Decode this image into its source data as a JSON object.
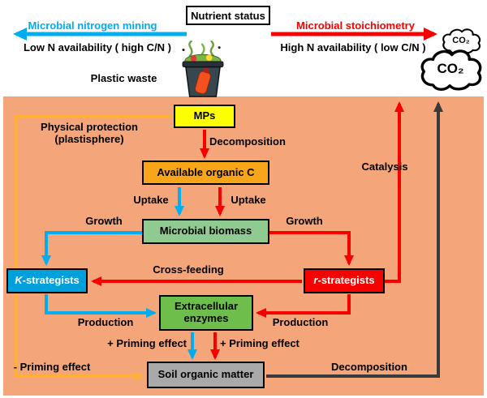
{
  "colors": {
    "cyan": "#00AEEF",
    "red": "#F80000",
    "orange": "#FFB03B",
    "arrow-dark": "#3a3a3a",
    "panel": "#F4A67A",
    "yellow": "#FFFF00",
    "orange-box": "#F9A51A",
    "green-biomass": "#8FCB90",
    "green-enzyme": "#6DBE4B",
    "blue-box": "#00A0DC",
    "red-box": "#F80000",
    "gray-box": "#A9A9A9"
  },
  "header": {
    "title": "Nutrient status",
    "left": {
      "heading": "Microbial nitrogen mining",
      "subtitle": "Low N availability ( high C/N )"
    },
    "right": {
      "heading": "Microbial stoichiometry",
      "subtitle": "High N availability ( low C/N )"
    }
  },
  "co2": {
    "small": "CO₂",
    "large": "CO₂"
  },
  "plastic_waste_label": "Plastic waste",
  "nodes": {
    "mps": "MPs",
    "organic_c": "Available organic C",
    "biomass": "Microbial biomass",
    "k_strategists": {
      "italic": "K",
      "rest": "-strategists"
    },
    "r_strategists": {
      "italic": "r",
      "rest": "-strategists"
    },
    "enzymes": "Extracellular enzymes",
    "som": "Soil organic matter"
  },
  "labels": {
    "decomposition_top": "Decomposition",
    "physical_protection_line1": "Physical protection",
    "physical_protection_line2": "(plastisphere)",
    "uptake_left": "Uptake",
    "uptake_right": "Uptake",
    "growth_left": "Growth",
    "growth_right": "Growth",
    "cross_feeding": "Cross-feeding",
    "production_left": "Production",
    "production_right": "Production",
    "priming_plus_left": "+ Priming effect",
    "priming_plus_right": "+ Priming effect",
    "priming_minus": "- Priming effect",
    "catalysis": "Catalysis",
    "decomposition_bottom": "Decomposition"
  }
}
